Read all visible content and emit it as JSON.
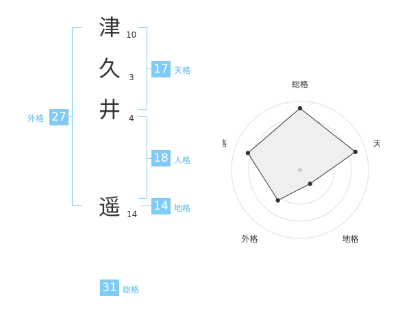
{
  "name": {
    "chars": [
      {
        "char": "津",
        "strokes": "10"
      },
      {
        "char": "久",
        "strokes": "3"
      },
      {
        "char": "井",
        "strokes": "4"
      },
      {
        "char": "遥",
        "strokes": "14"
      }
    ]
  },
  "fortunes": {
    "tenkaku": {
      "value": "17",
      "label": "天格"
    },
    "jinkaku": {
      "value": "18",
      "label": "人格"
    },
    "chikaku": {
      "value": "14",
      "label": "地格"
    },
    "gaikaku": {
      "value": "27",
      "label": "外格"
    },
    "soukaku": {
      "value": "31",
      "label": "総格"
    }
  },
  "chart_data": {
    "type": "radar",
    "axes": [
      "総格",
      "天格",
      "地格",
      "外格",
      "人格"
    ],
    "values": [
      0.9,
      0.85,
      0.25,
      0.55,
      0.8
    ],
    "rings": 4,
    "colors": {
      "fill": "#efefef",
      "line": "#333333",
      "grid": "#dddddd",
      "center": "#cccccc"
    }
  }
}
